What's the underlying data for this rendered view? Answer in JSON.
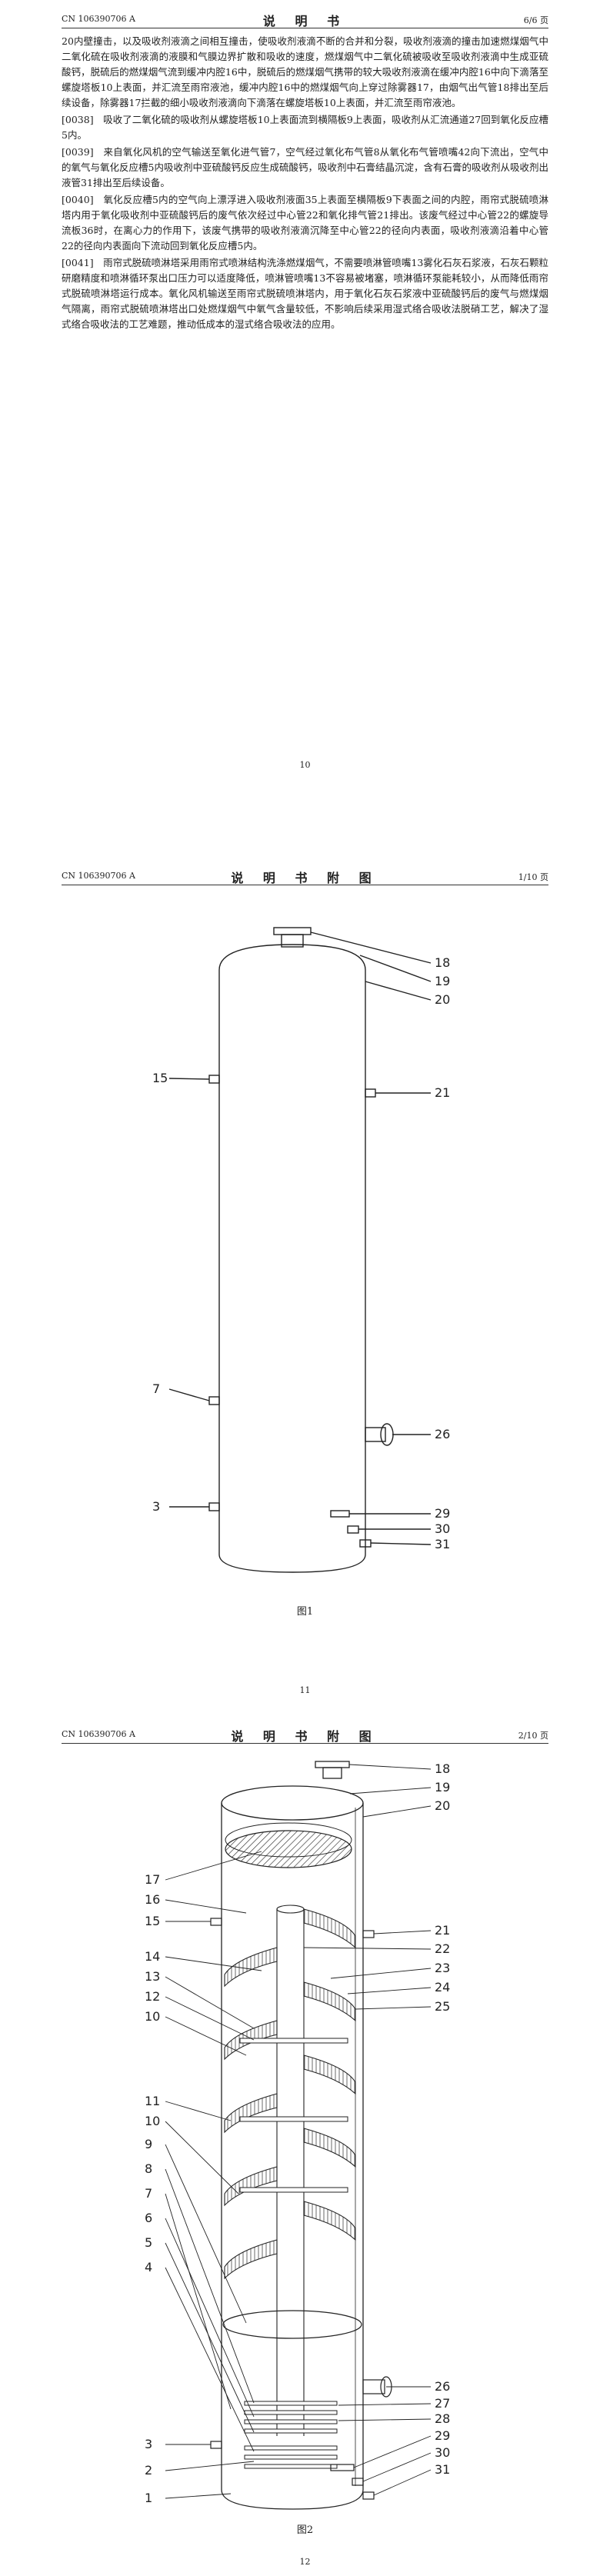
{
  "page1": {
    "header_left": "CN 106390706 A",
    "header_center": "说 明 书",
    "header_right": "6/6 页",
    "paragraphs": [
      "20内壁撞击，以及吸收剂液滴之间相互撞击，使吸收剂液滴不断的合并和分裂，吸收剂液滴的撞击加速燃煤烟气中二氧化硫在吸收剂液滴的液膜和气膜边界扩散和吸收的速度，燃煤烟气中二氧化硫被吸收至吸收剂液滴中生成亚硫酸钙，脱硫后的燃煤烟气流到缓冲内腔16中，脱硫后的燃煤烟气携带的较大吸收剂液滴在缓冲内腔16中向下滴落至螺旋塔板10上表面，并汇流至雨帘液池，缓冲内腔16中的燃煤烟气向上穿过除雾器17，由烟气出气管18排出至后续设备，除雾器17拦截的细小吸收剂液滴向下滴落在螺旋塔板10上表面，并汇流至雨帘液池。",
      "[0038]　吸收了二氧化硫的吸收剂从螺旋塔板10上表面流到横隔板9上表面，吸收剂从汇流通道27回到氧化反应槽5内。",
      "[0039]　来自氧化风机的空气输送至氧化进气管7，空气经过氧化布气管8从氧化布气管喷嘴42向下流出，空气中的氧气与氧化反应槽5内吸收剂中亚硫酸钙反应生成硫酸钙，吸收剂中石膏结晶沉淀，含有石膏的吸收剂从吸收剂出液管31排出至后续设备。",
      "[0040]　氧化反应槽5内的空气向上漂浮进入吸收剂液面35上表面至横隔板9下表面之间的内腔，雨帘式脱硫喷淋塔内用于氧化吸收剂中亚硫酸钙后的废气依次经过中心管22和氧化排气管21排出。该废气经过中心管22的螺旋导流板36时，在离心力的作用下，该废气携带的吸收剂液滴沉降至中心管22的径向内表面，吸收剂液滴沿着中心管22的径向内表面向下流动回到氧化反应槽5内。",
      "[0041]　雨帘式脱硫喷淋塔采用雨帘式喷淋结构洗涤燃煤烟气，不需要喷淋管喷嘴13雾化石灰石浆液，石灰石颗粒研磨精度和喷淋循环泵出口压力可以适度降低，喷淋管喷嘴13不容易被堵塞，喷淋循环泵能耗较小，从而降低雨帘式脱硫喷淋塔运行成本。氧化风机输送至雨帘式脱硫喷淋塔内，用于氧化石灰石浆液中亚硫酸钙后的废气与燃煤烟气隔离，雨帘式脱硫喷淋塔出口处燃煤烟气中氧气含量较低，不影响后续采用湿式络合吸收法脱硝工艺，解决了湿式络合吸收法的工艺难题，推动低成本的湿式络合吸收法的应用。"
    ],
    "page_number": "10"
  },
  "page2": {
    "header_left": "CN 106390706 A",
    "header_center": "说 明 书 附 图",
    "header_right": "1/10 页",
    "labels_right": [
      "18",
      "19",
      "20",
      "21",
      "26",
      "29",
      "30",
      "31"
    ],
    "labels_left": [
      "15",
      "7",
      "3"
    ],
    "caption": "图1",
    "page_number": "11"
  },
  "page3": {
    "header_left": "CN 106390706 A",
    "header_center": "说 明 书 附 图",
    "header_right": "2/10 页",
    "labels_left": [
      "17",
      "16",
      "15",
      "14",
      "13",
      "12",
      "10",
      "11",
      "10",
      "9",
      "8",
      "7",
      "6",
      "5",
      "4",
      "3",
      "2",
      "1"
    ],
    "labels_right": [
      "18",
      "19",
      "20",
      "21",
      "22",
      "23",
      "24",
      "25",
      "26",
      "27",
      "28",
      "29",
      "30",
      "31"
    ],
    "caption": "图2",
    "page_number": "12"
  }
}
